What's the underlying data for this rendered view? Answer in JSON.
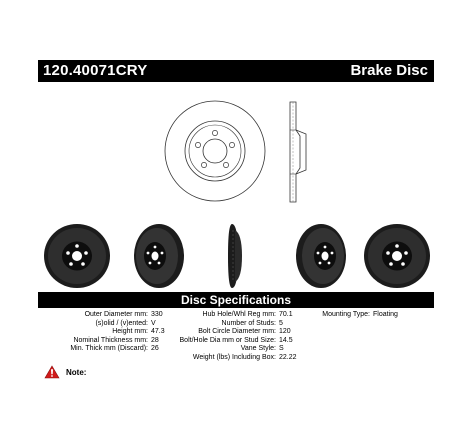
{
  "header": {
    "part_number": "120.40071CRY",
    "title": "Brake Disc"
  },
  "spec_section_title": "Disc Specifications",
  "specs_left": [
    {
      "label": "Outer Diameter mm:",
      "value": "330"
    },
    {
      "label": "(s)olid / (v)ented:",
      "value": "V"
    },
    {
      "label": "Height mm:",
      "value": "47.3"
    },
    {
      "label": "Nominal Thickness mm:",
      "value": "28"
    },
    {
      "label": "Min. Thick mm (Discard):",
      "value": "26"
    }
  ],
  "specs_middle": [
    {
      "label": "Hub Hole/Whl Reg mm:",
      "value": "70.1"
    },
    {
      "label": "Number of Studs:",
      "value": "5"
    },
    {
      "label": "Bolt Circle Diameter mm:",
      "value": "120"
    },
    {
      "label": "Bolt/Hole Dia mm or Stud Size:",
      "value": "14.5"
    },
    {
      "label": "Vane Style:",
      "value": "S"
    },
    {
      "label": "Weight (lbs) Including Box:",
      "value": "22.22"
    }
  ],
  "specs_right": [
    {
      "label": "Mounting Type:",
      "value": "Floating"
    }
  ],
  "note": {
    "label": "Note:",
    "icon": "warning-icon"
  },
  "colors": {
    "bar": "#000000",
    "warning": "#d11a1a",
    "disc_dark": "#1c1c1c",
    "disc_face": "#3a3a3a"
  }
}
